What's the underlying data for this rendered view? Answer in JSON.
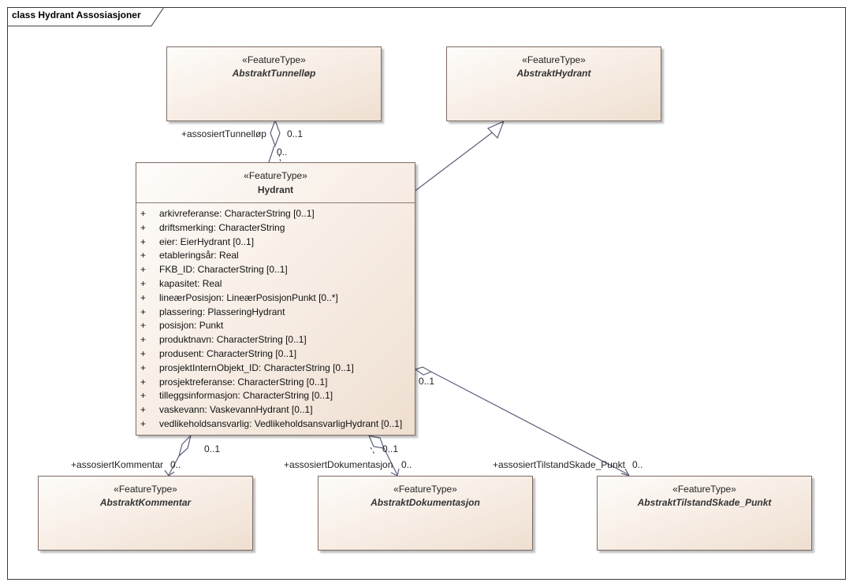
{
  "diagram_title": "class Hydrant Assosiasjoner",
  "classes": {
    "tunnellop": {
      "stereotype": "«FeatureType»",
      "name": "AbstraktTunnelløp"
    },
    "hydrant_abs": {
      "stereotype": "«FeatureType»",
      "name": "AbstraktHydrant"
    },
    "hydrant": {
      "stereotype": "«FeatureType»",
      "name": "Hydrant"
    },
    "kommentar": {
      "stereotype": "«FeatureType»",
      "name": "AbstraktKommentar"
    },
    "dokumentasjon": {
      "stereotype": "«FeatureType»",
      "name": "AbstraktDokumentasjon"
    },
    "tilstand": {
      "stereotype": "«FeatureType»",
      "name": "AbstraktTilstandSkade_Punkt"
    }
  },
  "hydrant_attributes": [
    {
      "vis": "+",
      "text": "arkivreferanse: CharacterString [0..1]"
    },
    {
      "vis": "+",
      "text": "driftsmerking: CharacterString"
    },
    {
      "vis": "+",
      "text": "eier: EierHydrant [0..1]"
    },
    {
      "vis": "+",
      "text": "etableringsår: Real"
    },
    {
      "vis": "+",
      "text": "FKB_ID: CharacterString [0..1]"
    },
    {
      "vis": "+",
      "text": "kapasitet: Real"
    },
    {
      "vis": "+",
      "text": "lineærPosisjon: LineærPosisjonPunkt [0..*]"
    },
    {
      "vis": "+",
      "text": "plassering: PlasseringHydrant"
    },
    {
      "vis": "+",
      "text": "posisjon: Punkt"
    },
    {
      "vis": "+",
      "text": "produktnavn: CharacterString [0..1]"
    },
    {
      "vis": "+",
      "text": "produsent: CharacterString [0..1]"
    },
    {
      "vis": "+",
      "text": "prosjektInternObjekt_ID: CharacterString [0..1]"
    },
    {
      "vis": "+",
      "text": "prosjektreferanse: CharacterString [0..1]"
    },
    {
      "vis": "+",
      "text": "tilleggsinformasjon: CharacterString [0..1]"
    },
    {
      "vis": "+",
      "text": "vaskevann: VaskevannHydrant [0..1]"
    },
    {
      "vis": "+",
      "text": "vedlikeholdsansvarlig: VedlikeholdsansvarligHydrant [0..1]"
    }
  ],
  "association_labels": {
    "tunnellop_role": "+assosiertTunnelløp",
    "tunnellop_mult": "0..1",
    "tunnellop_mult_near": "0..",
    "kommentar_mult_hydrant": "0..1",
    "kommentar_role": "+assosiertKommentar",
    "kommentar_mult": "0..",
    "dokumentasjon_mult_hydrant": "0..1",
    "dokumentasjon_role": "+assosiertDokumentasjon",
    "dokumentasjon_mult": "0..",
    "tilstand_mult_hydrant": "0..1",
    "tilstand_role": "+assosiertTilstandSkade_Punkt",
    "tilstand_mult": "0.."
  },
  "colors": {
    "line": "#5a5f7a",
    "class_border": "#7d6b63"
  }
}
